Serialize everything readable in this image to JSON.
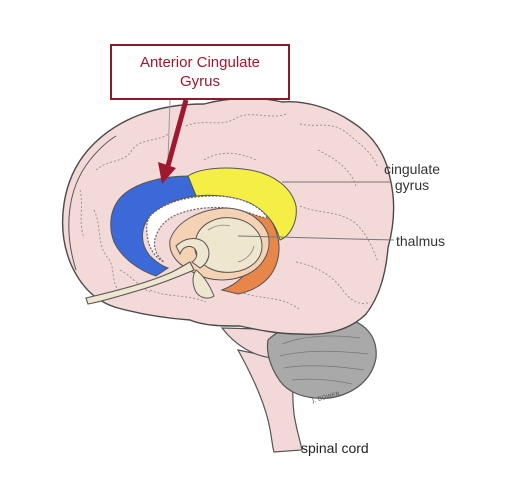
{
  "callout": {
    "line1": "Anterior Cingulate",
    "line2": "Gyrus",
    "color": "#a0182e",
    "border_color": "#8b1a2b"
  },
  "labels": {
    "cingulate_line1": "cingulate",
    "cingulate_line2": "gyrus",
    "thalmus": "thalmus",
    "spinal_cord": "spinal cord"
  },
  "signature": "J. BOWER",
  "colors": {
    "brain": "#f4d9d9",
    "cerebellum": "#a8a8a8",
    "brainstem": "#f2d8d8",
    "anterior_cingulate": "#3b6ad8",
    "cingulate_yellow": "#f5ef45",
    "cingulate_orange": "#e8864a",
    "thalamus_region": "#f6d2b5",
    "thalamus": "#efe6cf"
  }
}
